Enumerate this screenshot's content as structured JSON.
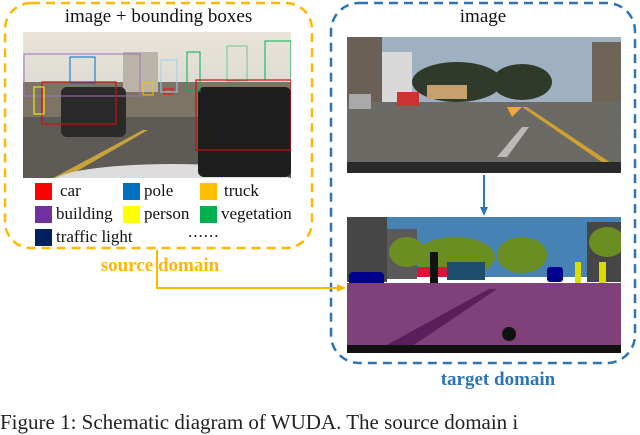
{
  "source_panel": {
    "title": "image + bounding boxes",
    "border_color": "#FFB800",
    "domain_label": "source domain",
    "legend": [
      {
        "label": "car",
        "color": "#FF0000"
      },
      {
        "label": "pole",
        "color": "#0070C0"
      },
      {
        "label": "truck",
        "color": "#FFC000"
      },
      {
        "label": "building",
        "color": "#7030A0"
      },
      {
        "label": "person",
        "color": "#FFFF00"
      },
      {
        "label": "vegetation",
        "color": "#00B050"
      },
      {
        "label": "traffic light",
        "color": "#002060"
      }
    ],
    "legend_more": "......"
  },
  "target_panel": {
    "title": "image",
    "border_color": "#2E75B6",
    "domain_label": "target domain"
  },
  "caption": "Figure 1: Schematic diagram of WUDA. The source domain i"
}
